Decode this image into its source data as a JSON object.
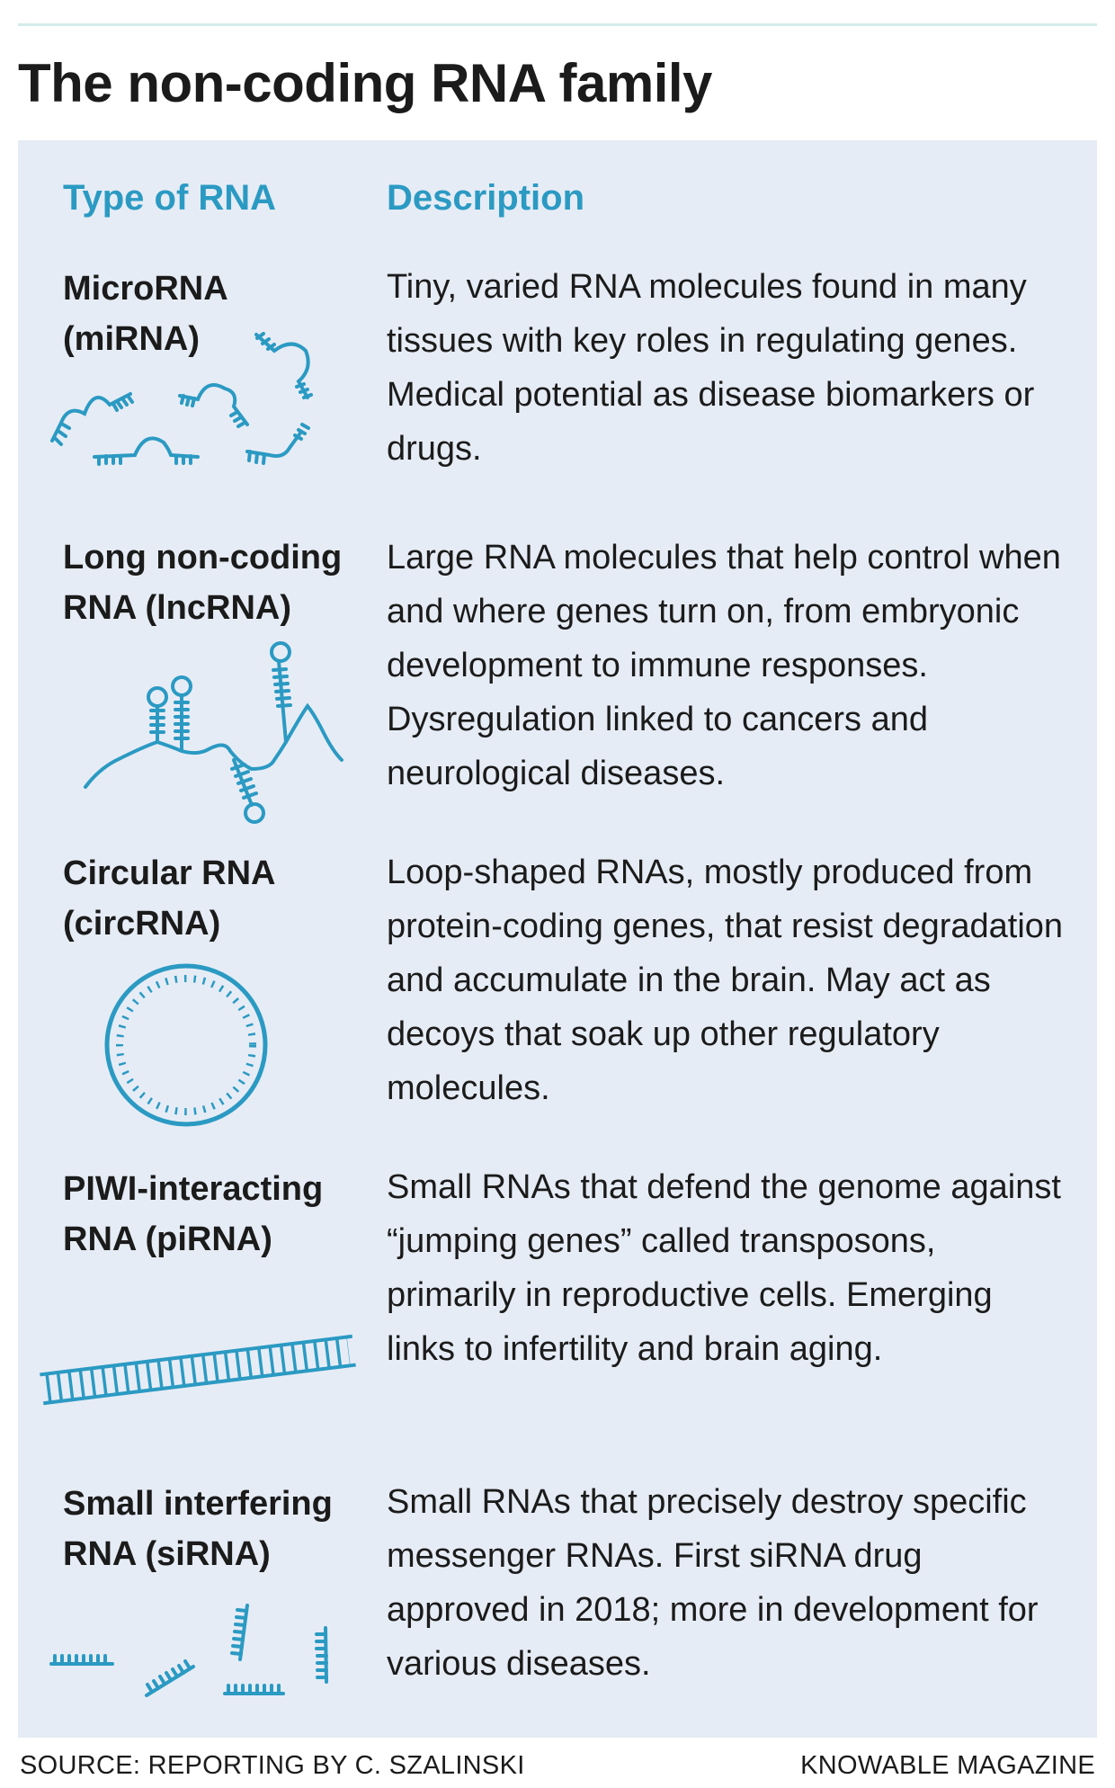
{
  "title": "The non-coding RNA family",
  "headers": {
    "type": "Type of RNA",
    "description": "Description"
  },
  "rows": [
    {
      "type": "MicroRNA (miRNA)",
      "description": "Tiny, varied RNA molecules found in many tissues with key roles in regulating genes. Medical potential as disease biomarkers or drugs.",
      "icon": "microrna-icon"
    },
    {
      "type": "Long non-coding RNA (lncRNA)",
      "description": "Large RNA molecules that help control when and where genes turn on, from embryonic development to immune responses. Dysregulation linked to cancers and neurological diseases.",
      "icon": "lncrna-icon"
    },
    {
      "type": "Circular RNA (circRNA)",
      "description": "Loop-shaped RNAs, mostly produced from protein-coding genes, that resist degradation and accumulate in the brain. May act as decoys that soak up other regulatory molecules.",
      "icon": "circrna-icon"
    },
    {
      "type": "PIWI-interacting RNA (piRNA)",
      "description": "Small RNAs that defend the genome against “jumping genes” called transposons, primarily in reproductive cells. Emerging links to infertility and brain aging.",
      "icon": "pirna-icon"
    },
    {
      "type": "Small interfering RNA (siRNA)",
      "description": "Small RNAs that precisely destroy specific messenger RNAs. First siRNA drug approved in 2018; more in development for various diseases.",
      "icon": "sirna-icon"
    }
  ],
  "footer": {
    "source": "SOURCE: REPORTING BY C. SZALINSKI",
    "credit": "KNOWABLE MAGAZINE"
  },
  "colors": {
    "accent": "#2b9ac3",
    "panel": "#e6ecf5",
    "rule": "#d4ecea"
  }
}
